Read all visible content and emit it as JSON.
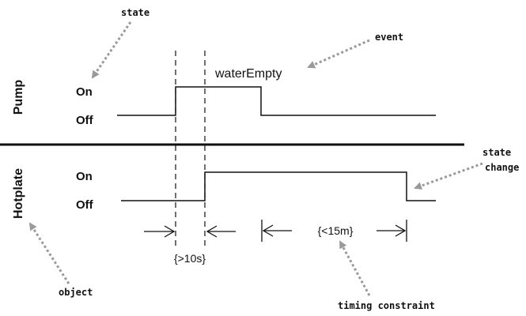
{
  "objects": {
    "pump": "Pump",
    "hotplate": "Hotplate"
  },
  "states": {
    "pump_on": "On",
    "pump_off": "Off",
    "hotplate_on": "On",
    "hotplate_off": "Off"
  },
  "event_label": "waterEmpty",
  "constraints": {
    "first": "{>10s}",
    "second": "{<15m}"
  },
  "annotations": {
    "state": "state",
    "event": "event",
    "state_change_line1": "state",
    "state_change_line2": "change",
    "object": "object",
    "timing_constraint": "timing constraint"
  },
  "colors": {
    "line": "#111111",
    "annotation_arrow": "#9a9a9a"
  }
}
